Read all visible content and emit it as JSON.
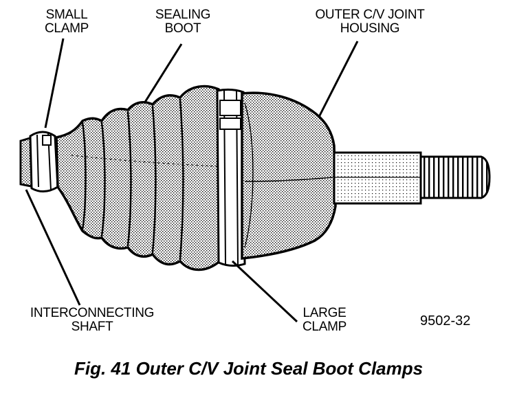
{
  "labels": {
    "small_clamp": [
      "SMALL",
      "CLAMP"
    ],
    "sealing_boot": [
      "SEALING",
      "BOOT"
    ],
    "outer_housing": [
      "OUTER C/V JOINT",
      "HOUSING"
    ],
    "interconnecting_shaft": [
      "INTERCONNECTING",
      "SHAFT"
    ],
    "large_clamp": [
      "LARGE",
      "CLAMP"
    ]
  },
  "figure_number": "9502-32",
  "caption": "Fig. 41 Outer C/V Joint Seal Boot Clamps"
}
